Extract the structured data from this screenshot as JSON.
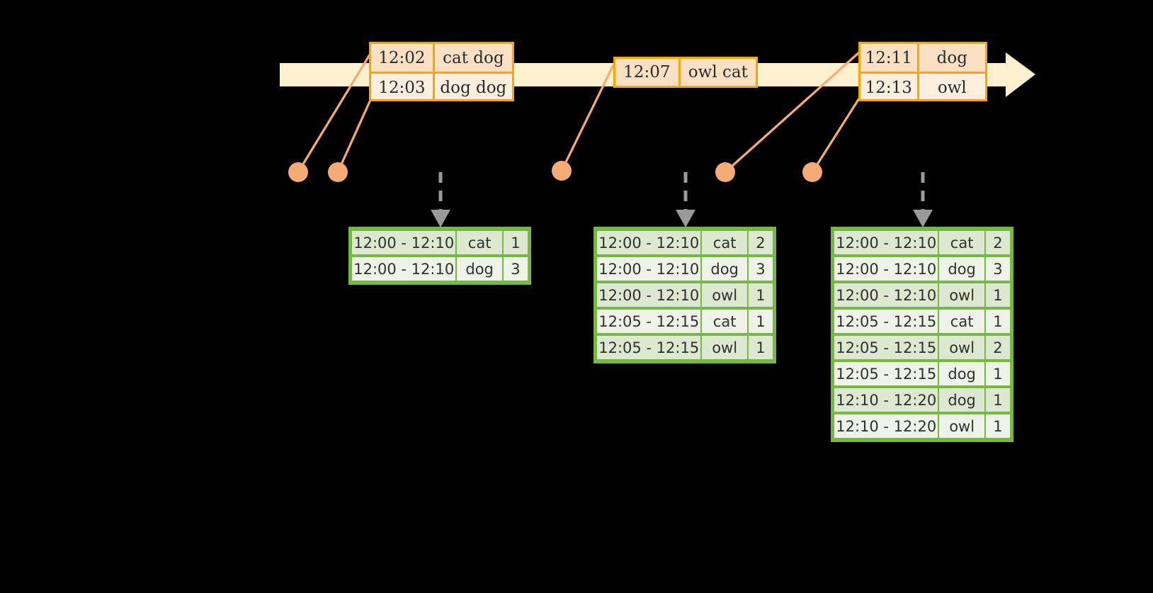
{
  "timeline": {
    "name": "event-stream-timeline",
    "bar_color": "#fdf0cf",
    "arrow_color": "#fdf0cf"
  },
  "events": [
    {
      "group": "group-1",
      "rows": [
        {
          "time": "12:02",
          "value": "cat dog"
        },
        {
          "time": "12:03",
          "value": "dog dog"
        }
      ]
    },
    {
      "group": "group-2",
      "rows": [
        {
          "time": "12:07",
          "value": "owl cat"
        }
      ]
    },
    {
      "group": "group-3",
      "rows": [
        {
          "time": "12:11",
          "value": "dog"
        },
        {
          "time": "12:13",
          "value": "owl"
        }
      ]
    }
  ],
  "tables": [
    {
      "name": "window-table-1",
      "rows": [
        {
          "range": "12:00 - 12:10",
          "key": "cat",
          "count": "1"
        },
        {
          "range": "12:00 - 12:10",
          "key": "dog",
          "count": "3"
        }
      ]
    },
    {
      "name": "window-table-2",
      "rows": [
        {
          "range": "12:00 - 12:10",
          "key": "cat",
          "count": "2"
        },
        {
          "range": "12:00 - 12:10",
          "key": "dog",
          "count": "3"
        },
        {
          "range": "12:00 - 12:10",
          "key": "owl",
          "count": "1"
        },
        {
          "range": "12:05 - 12:15",
          "key": "cat",
          "count": "1"
        },
        {
          "range": "12:05 - 12:15",
          "key": "owl",
          "count": "1"
        }
      ]
    },
    {
      "name": "window-table-3",
      "rows": [
        {
          "range": "12:00 - 12:10",
          "key": "cat",
          "count": "2"
        },
        {
          "range": "12:00 - 12:10",
          "key": "dog",
          "count": "3"
        },
        {
          "range": "12:00 - 12:10",
          "key": "owl",
          "count": "1"
        },
        {
          "range": "12:05 - 12:15",
          "key": "cat",
          "count": "1"
        },
        {
          "range": "12:05 - 12:15",
          "key": "owl",
          "count": "2"
        },
        {
          "range": "12:05 - 12:15",
          "key": "dog",
          "count": "1"
        },
        {
          "range": "12:10 - 12:20",
          "key": "dog",
          "count": "1"
        },
        {
          "range": "12:10 - 12:20",
          "key": "owl",
          "count": "1"
        }
      ]
    }
  ],
  "markers": {
    "name": "event-markers",
    "color": "#f4ab76",
    "count": 5
  },
  "colors": {
    "background": "#000000",
    "timeline": "#fdf0cf",
    "event_border": "#f5a800",
    "event_fill_dark": "#fce0c4",
    "event_fill_light": "#fdeedd",
    "table_border": "#76b843",
    "table_fill_dark": "#dce8cf",
    "table_fill_light": "#eef3e8",
    "connector": "#f4ab76",
    "dashed_arrow": "#9a9a9a"
  }
}
